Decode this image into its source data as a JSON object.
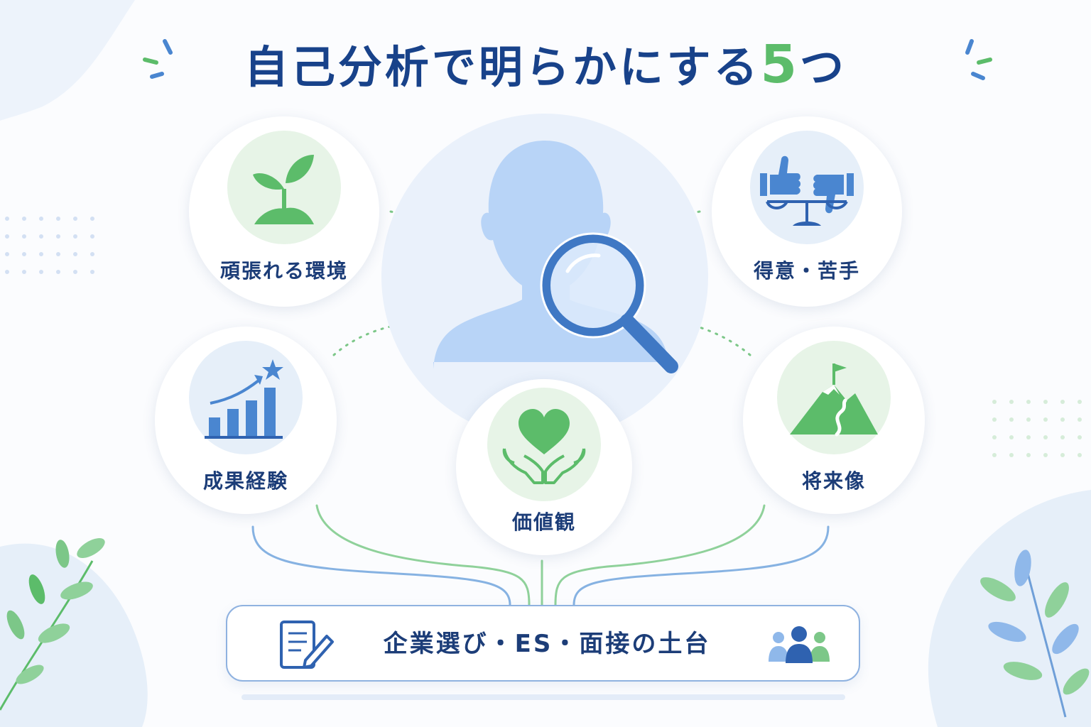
{
  "title": {
    "main": "自己分析で明らかにする",
    "number": "5",
    "suffix": "つ"
  },
  "items": [
    {
      "label": "頑張れる環境",
      "icon": "sprout-icon"
    },
    {
      "label": "得意・苦手",
      "icon": "thumbs-scale-icon"
    },
    {
      "label": "成果経験",
      "icon": "growth-chart-icon"
    },
    {
      "label": "価値観",
      "icon": "heart-hands-icon"
    },
    {
      "label": "将来像",
      "icon": "mountain-flag-icon"
    }
  ],
  "center": {
    "icon": "person-magnifier-icon"
  },
  "foundation": {
    "label": "企業選び・ES・面接の土台",
    "left_icon": "document-pen-icon",
    "right_icon": "people-group-icon"
  },
  "colors": {
    "navy": "#18428a",
    "green": "#5cbc6a",
    "blue": "#4a86d0",
    "light_blue": "#b8d4f7"
  }
}
